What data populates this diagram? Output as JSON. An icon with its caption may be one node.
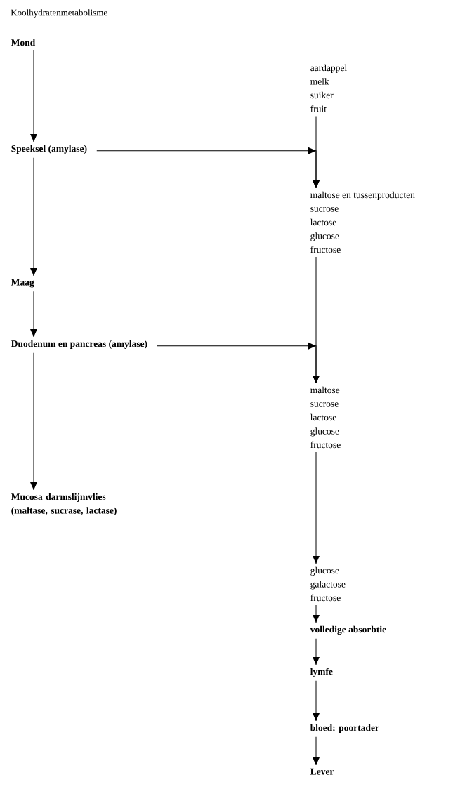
{
  "diagram": {
    "title": "Koolhydratenmetabolisme",
    "nodes": [
      {
        "text": [
          "Mond"
        ]
      },
      {
        "text": [
          "Speeksel (amylase)"
        ]
      },
      {
        "text": [
          "Maag"
        ]
      },
      {
        "text": [
          "Duodenum en pancreas (amylase)"
        ]
      },
      {
        "text": [
          "Mucosa darmslijmvlies (maltase, sucrase, lactase)"
        ]
      },
      {
        "text": [
          "aardappel",
          "melk",
          "suiker",
          "fruit"
        ]
      },
      {
        "text": [
          "maltose en tussenproducten",
          "sucrose",
          "lactose",
          "glucose",
          "fructose"
        ]
      },
      {
        "text": [
          "maltose",
          "sucrose",
          "lactose",
          "glucose",
          "fructose"
        ]
      },
      {
        "text": [
          "glucose",
          "galactose",
          "fructose"
        ]
      },
      {
        "text": [
          "volledige absorbtie"
        ]
      },
      {
        "text": [
          "lymfe"
        ]
      },
      {
        "text": [
          "bloed: poortader"
        ]
      },
      {
        "text": [
          "Lever"
        ]
      }
    ],
    "edges": [
      {
        "from": 0,
        "to": 1,
        "arrow": "to"
      },
      {
        "from": 1,
        "to": 2,
        "arrow": "to"
      },
      {
        "from": 2,
        "to": 3,
        "arrow": "to"
      },
      {
        "from": 3,
        "to": 4,
        "arrow": "to"
      },
      {
        "from": 5,
        "to": 6,
        "arrow": "to"
      },
      {
        "from": 1,
        "to": 6,
        "arrow": "to"
      },
      {
        "from": 6,
        "to": 7,
        "arrow": "to"
      },
      {
        "from": 3,
        "to": 7,
        "arrow": "to"
      },
      {
        "from": 7,
        "to": 8,
        "arrow": "to"
      },
      {
        "from": 8,
        "to": 9,
        "arrow": "to"
      },
      {
        "from": 9,
        "to": 10,
        "arrow": "to"
      },
      {
        "from": 10,
        "to": 11,
        "arrow": "to"
      },
      {
        "from": 11,
        "to": 12,
        "arrow": "to"
      }
    ]
  }
}
